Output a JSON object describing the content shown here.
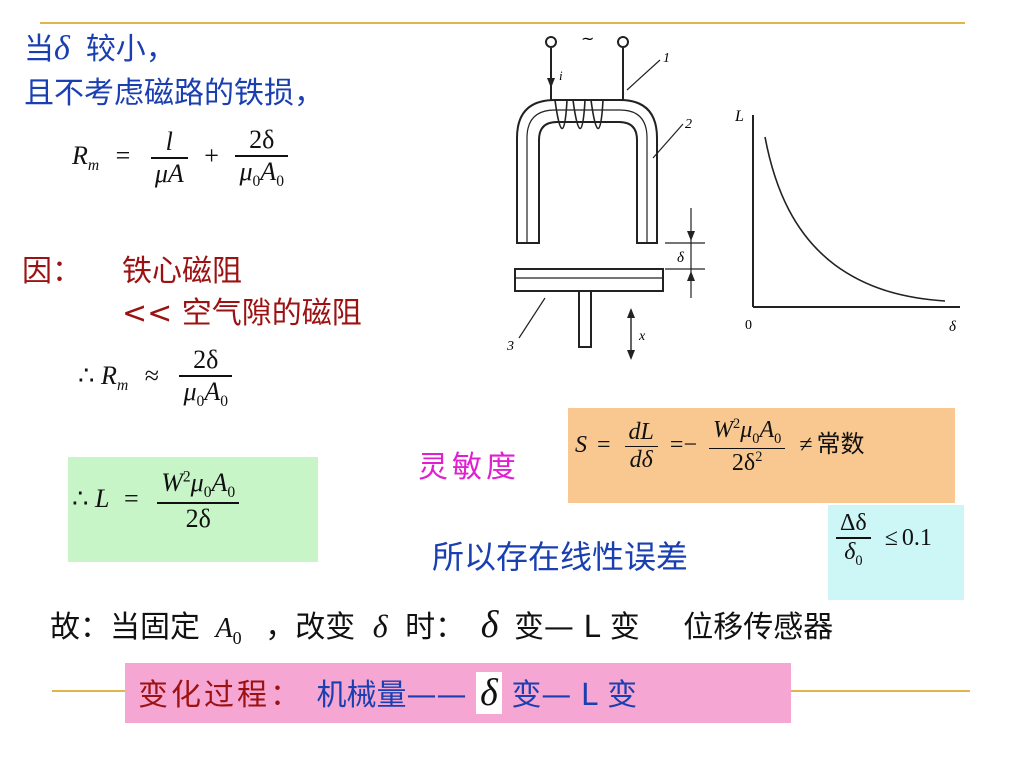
{
  "colors": {
    "line": "#e0b54a",
    "blue": "#1a3fb0",
    "darkred": "#9c1212",
    "magenta": "#e01fd0",
    "green_box": "#c8f5c8",
    "orange_box": "#f8c890",
    "cyan_box": "#cdf6f6",
    "pink_box": "#f5a6d2"
  },
  "intro": {
    "line1_prefix": "当",
    "line1_symbol": "δ",
    "line1_suffix": "较小，",
    "line2": "且不考虑磁路的铁损，"
  },
  "formula1": {
    "lhs": "R",
    "lhs_sub": "m",
    "eq": "=",
    "f1_num": "l",
    "f1_den": "μA",
    "plus": "+",
    "f2_num": "2δ",
    "f2_den_mu": "μ",
    "f2_den_sub0": "0",
    "f2_den_A": "A",
    "f2_den_sub1": "0"
  },
  "reason": {
    "label": "因：",
    "line1": "铁心磁阻",
    "line2": "<<  空气隙的磁阻"
  },
  "formula2": {
    "therefore": "∴",
    "lhs": "R",
    "lhs_sub": "m",
    "approx": "≈",
    "num": "2δ",
    "den_mu": "μ",
    "den_sub0": "0",
    "den_A": "A",
    "den_sub1": "0"
  },
  "formula3": {
    "therefore": "∴",
    "lhs": "L",
    "eq": "=",
    "num_W": "W",
    "num_sup": "2",
    "num_mu": "μ",
    "num_sub0": "0",
    "num_A": "A",
    "num_sub1": "0",
    "den": "2δ"
  },
  "sensitivity": {
    "label": "灵敏度",
    "S": "S",
    "eq1": "=",
    "f1_num": "dL",
    "f1_den": "dδ",
    "eq2": "=−",
    "f2_num_W": "W",
    "f2_num_sup": "2",
    "f2_num_mu": "μ",
    "f2_num_sub0": "0",
    "f2_num_A": "A",
    "f2_num_sub1": "0",
    "f2_den": "2δ",
    "f2_den_sup": "2",
    "neq": "≠",
    "const": "常数"
  },
  "error_text": "所以存在线性误差",
  "error_formula": {
    "num": "Δδ",
    "den": "δ",
    "den_sub": "0",
    "le": "≤",
    "value": "0.1"
  },
  "conclusion": {
    "prefix": "故：当固定",
    "A": "A",
    "A_sub": "0",
    "mid": "，改变",
    "delta1": "δ",
    "time": "时：",
    "delta2": "δ",
    "change": "变— L 变",
    "sensor": "位移传感器"
  },
  "process": {
    "label": "变化过程：",
    "mech": "机械量——",
    "delta": "δ",
    "change": "变— L 变"
  },
  "diagram": {
    "label1": "1",
    "label2": "2",
    "label3": "3",
    "tilde": "~",
    "i": "i",
    "x": "x",
    "delta": "δ"
  },
  "graph": {
    "ylabel": "L",
    "xlabel": "δ",
    "origin": "0"
  }
}
